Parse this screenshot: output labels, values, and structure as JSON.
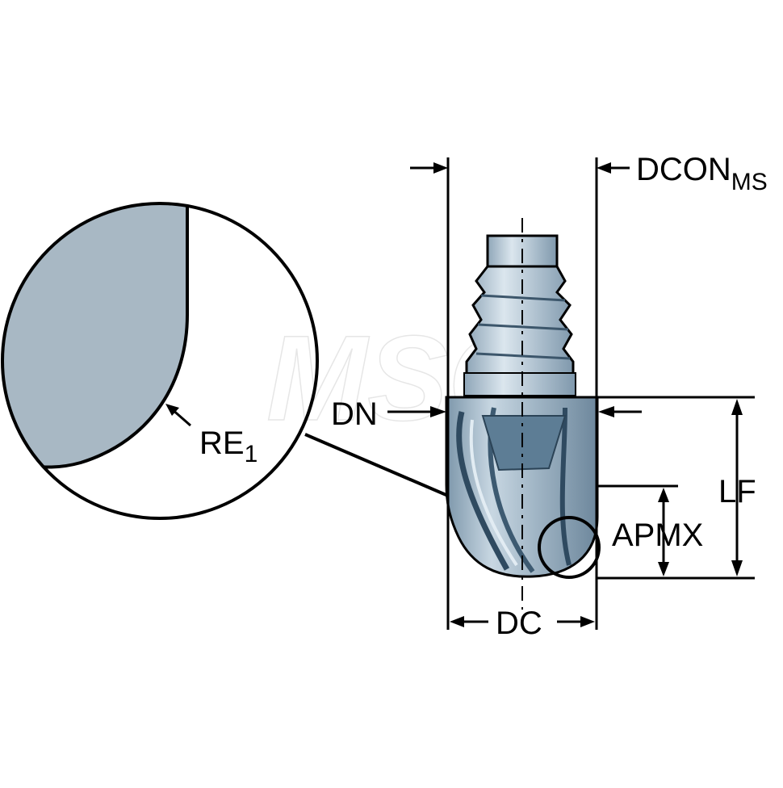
{
  "watermark": "MSC",
  "labels": {
    "dcon": "DCON",
    "dcon_sub": "MS",
    "dn": "DN",
    "lf": "LF",
    "apmx": "APMX",
    "dc": "DC",
    "re": "RE",
    "re_sub": "1"
  },
  "colors": {
    "steel": "#aebfcc",
    "steel_dark": "#6f8ca3",
    "steel_light": "#d3e0ea",
    "detail_fill": "#a8b8c4",
    "line": "#000000"
  }
}
